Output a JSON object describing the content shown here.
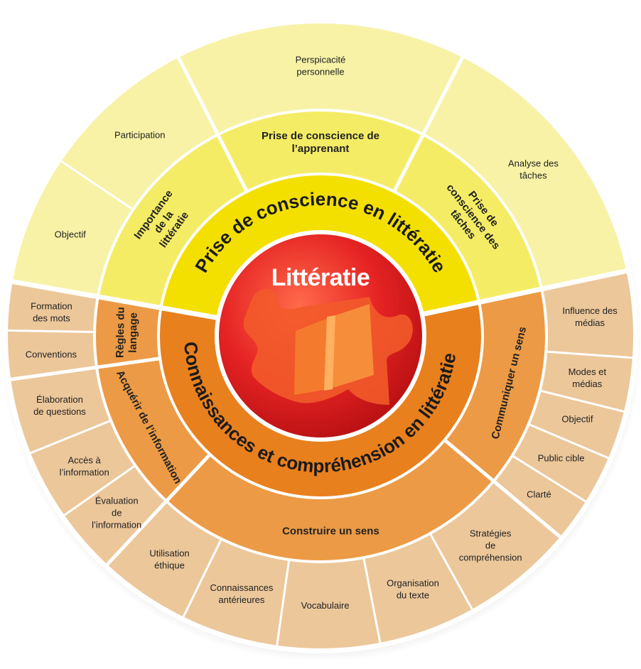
{
  "center": {
    "title": "Littératie",
    "icon": "book-puzzle-icon",
    "color": "#e52323"
  },
  "colors": {
    "awareness_outer": "#f7f2a6",
    "awareness_mid": "#f5ec66",
    "awareness_inner": "#f3df00",
    "knowledge_outer": "#ecc79a",
    "knowledge_mid": "#ec9a45",
    "knowledge_inner": "#e8801e",
    "divider": "#ffffff"
  },
  "inner_ring": {
    "awareness": "Prise de conscience en littératie",
    "knowledge": "Connaissances et compréhension en littératie"
  },
  "middle_ring": {
    "importance": "Importance de la littératie",
    "apprenant": "Prise de conscience de l’apprenant",
    "taches": "Prise de conscience des tâches",
    "langage": "Règles du langage",
    "information": "Acquérir de l’information",
    "construire": "Construire un sens",
    "communiquer": "Communiquer un sens"
  },
  "outer_ring": {
    "objectif_1": "Objectif",
    "participation": "Participation",
    "perspicacite": "Perspicacité personnelle",
    "analyse": "Analyse des tâches",
    "formation": "Formation des mots",
    "conventions": "Conventions",
    "elaboration": "Élaboration de questions",
    "acces": "Accès à l’information",
    "evaluation": "Évaluation de l’information",
    "utilisation": "Utilisation éthique",
    "connaissances": "Connaissances antérieures",
    "vocabulaire": "Vocabulaire",
    "organisation": "Organisation du texte",
    "strategies": "Stratégies de compréhension",
    "influence": "Influence des médias",
    "modes": "Modes et médias",
    "objectif_2": "Objectif",
    "public": "Public cible",
    "clarte": "Clarté"
  }
}
